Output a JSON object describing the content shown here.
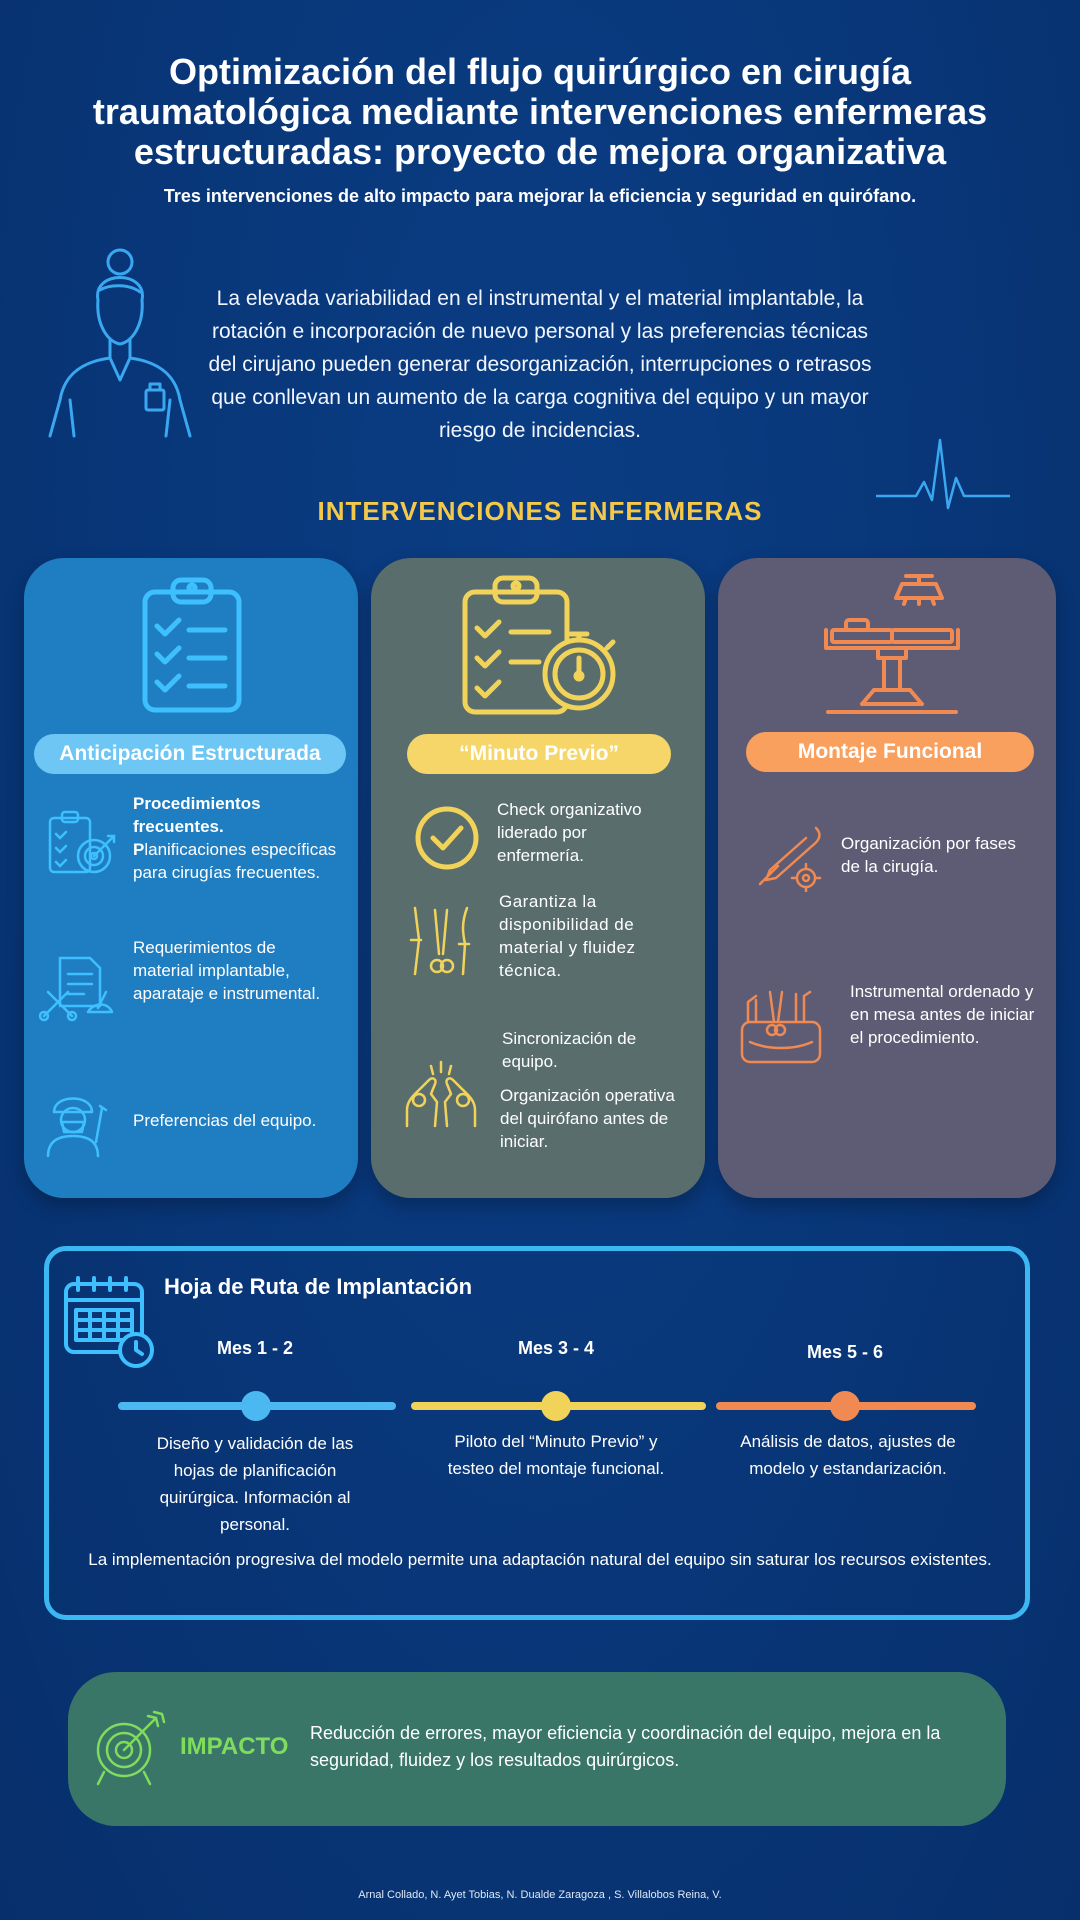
{
  "header": {
    "title": "Optimización del flujo quirúrgico en cirugía traumatológica mediante intervenciones enfermeras estructuradas: proyecto de mejora organizativa",
    "subtitle": "Tres intervenciones de alto impacto para mejorar la eficiencia y seguridad en quirófano.",
    "intro": "La elevada variabilidad en el instrumental y el material implantable, la rotación e incorporación de nuevo personal y las preferencias técnicas del cirujano pueden generar desorganización, interrupciones o retrasos que conllevan un aumento de la carga cognitiva del equipo y un mayor riesgo de incidencias."
  },
  "interventions": {
    "section_title": "INTERVENCIONES ENFERMERAS",
    "cards": [
      {
        "title": "Anticipación Estructurada",
        "icon": "clipboard-checklist-icon",
        "items": [
          {
            "icon": "target-clipboard-icon",
            "bold": "Procedimientos frecuentes.",
            "bold_initial": "P",
            "text": "lanificaciones específicas  para cirugías frecuentes."
          },
          {
            "icon": "surgical-tools-document-icon",
            "text": "Requerimientos de material implantable, aparataje e instrumental."
          },
          {
            "icon": "surgeon-icon",
            "text": "Preferencias del equipo."
          }
        ]
      },
      {
        "title": "“Minuto Previo”",
        "icon": "clipboard-stopwatch-icon",
        "items": [
          {
            "icon": "check-circle-icon",
            "text": "Check organizativo liderado por enfermería."
          },
          {
            "icon": "scalpel-scissors-icon",
            "text": "Garantiza la disponibilidad de material y fluidez técnica."
          },
          {
            "icon": "high-five-icon",
            "text_a": "Sincronización de equipo.",
            "text_b": "Organización operativa del quirófano antes de iniciar."
          }
        ]
      },
      {
        "title": "Montaje Funcional",
        "icon": "operating-table-icon",
        "items": [
          {
            "icon": "scalpel-gear-icon",
            "text": "Organización por fases de la cirugía."
          },
          {
            "icon": "instrument-tray-icon",
            "text": "Instrumental ordenado y en mesa antes de iniciar el procedimiento."
          }
        ]
      }
    ]
  },
  "roadmap": {
    "title": "Hoja de Ruta de Implantación",
    "icon": "calendar-clock-icon",
    "phases": [
      {
        "month": "Mes 1 - 2",
        "color": "#4cb8f2",
        "text": "Diseño y validación de las hojas de planificación quirúrgica. Información al personal."
      },
      {
        "month": "Mes 3 - 4",
        "color": "#f2d35a",
        "text": "Piloto del “Minuto Previo” y testeo del montaje funcional."
      },
      {
        "month": "Mes 5 - 6",
        "color": "#f08a52",
        "text": "Análisis de datos, ajustes de modelo y estandarización."
      }
    ],
    "footer": "La implementación progresiva del modelo permite una adaptación natural del equipo sin saturar los recursos existentes."
  },
  "impact": {
    "label": "IMPACTO",
    "icon": "target-arrow-icon",
    "text": "Reducción de errores, mayor eficiencia y coordinación del equipo, mejora en la seguridad, fluidez y los resultados quirúrgicos."
  },
  "footer": {
    "authors": "Arnal Collado, N. Ayet Tobias, N. Dualde Zaragoza , S. Villalobos Reina, V."
  },
  "colors": {
    "background": "#083678",
    "accent_yellow": "#f4c94a",
    "blue_card": "#1f7ec2",
    "gray_card": "#596d6d",
    "purple_card": "#5e5c74",
    "impact_bg": "#3a7668",
    "impact_green": "#7fdc5c"
  }
}
